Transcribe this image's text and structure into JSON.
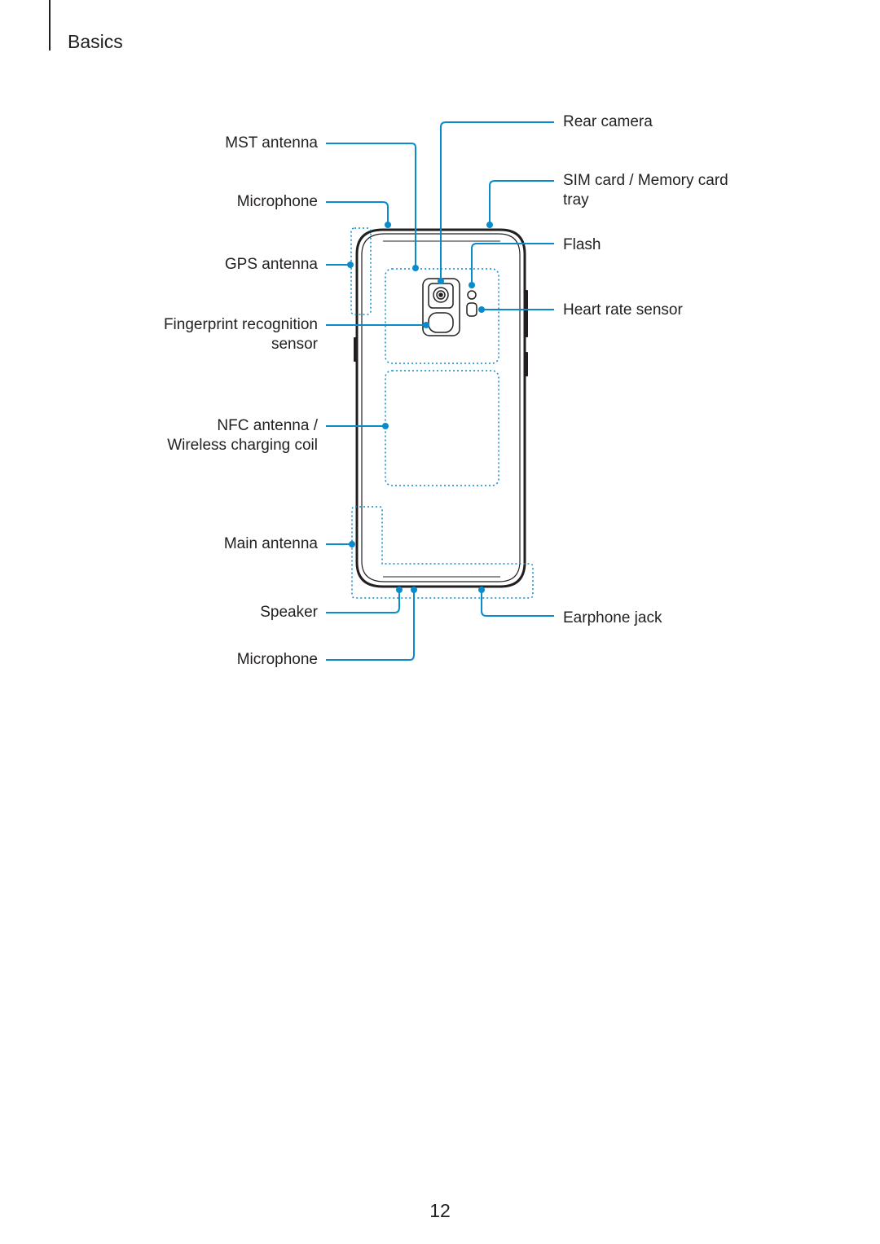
{
  "header": {
    "section_title": "Basics"
  },
  "callouts": {
    "left": {
      "mst_antenna": "MST antenna",
      "microphone_top": "Microphone",
      "gps_antenna": "GPS antenna",
      "fingerprint_line1": "Fingerprint recognition",
      "fingerprint_line2": "sensor",
      "nfc_line1": "NFC antenna /",
      "nfc_line2": "Wireless charging coil",
      "main_antenna": "Main antenna",
      "speaker": "Speaker",
      "microphone_bottom": "Microphone"
    },
    "right": {
      "rear_camera": "Rear camera",
      "sim_line1": "SIM card / Memory card",
      "sim_line2": "tray",
      "flash": "Flash",
      "heart_rate_sensor": "Heart rate sensor",
      "earphone_jack": "Earphone jack"
    }
  },
  "colors": {
    "callout_line": "#0a8ccc",
    "outline": "#231f20",
    "text": "#231f20"
  },
  "footer": {
    "page_number": "12"
  }
}
